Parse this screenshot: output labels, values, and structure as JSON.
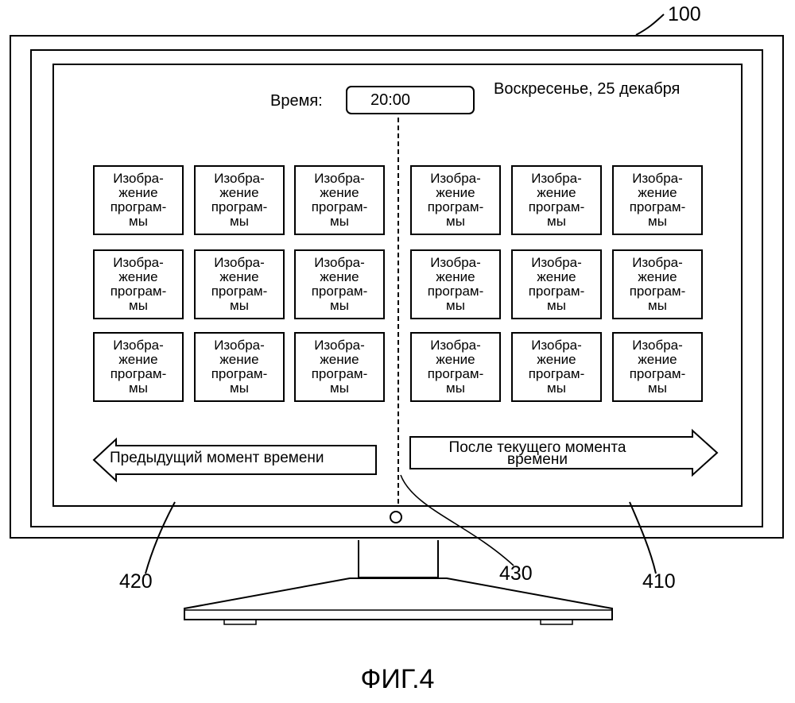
{
  "device": {
    "ref_number": "100"
  },
  "header": {
    "time_label": "Время:",
    "time_value": "20:00",
    "date": "Воскресенье, 25 декабря"
  },
  "thumbnails": {
    "label": "Изобра-\nжение\nпрограм-\nмы",
    "left_grid_count": 9,
    "right_grid_count": 9
  },
  "nav": {
    "previous_label": "Предыдущий момент времени",
    "next_label_line1": "После текущего момента",
    "next_label_line2": "времени"
  },
  "refs": {
    "previous_arrow": "420",
    "divider": "430",
    "next_arrow": "410"
  },
  "figure_caption": "ФИГ.4"
}
